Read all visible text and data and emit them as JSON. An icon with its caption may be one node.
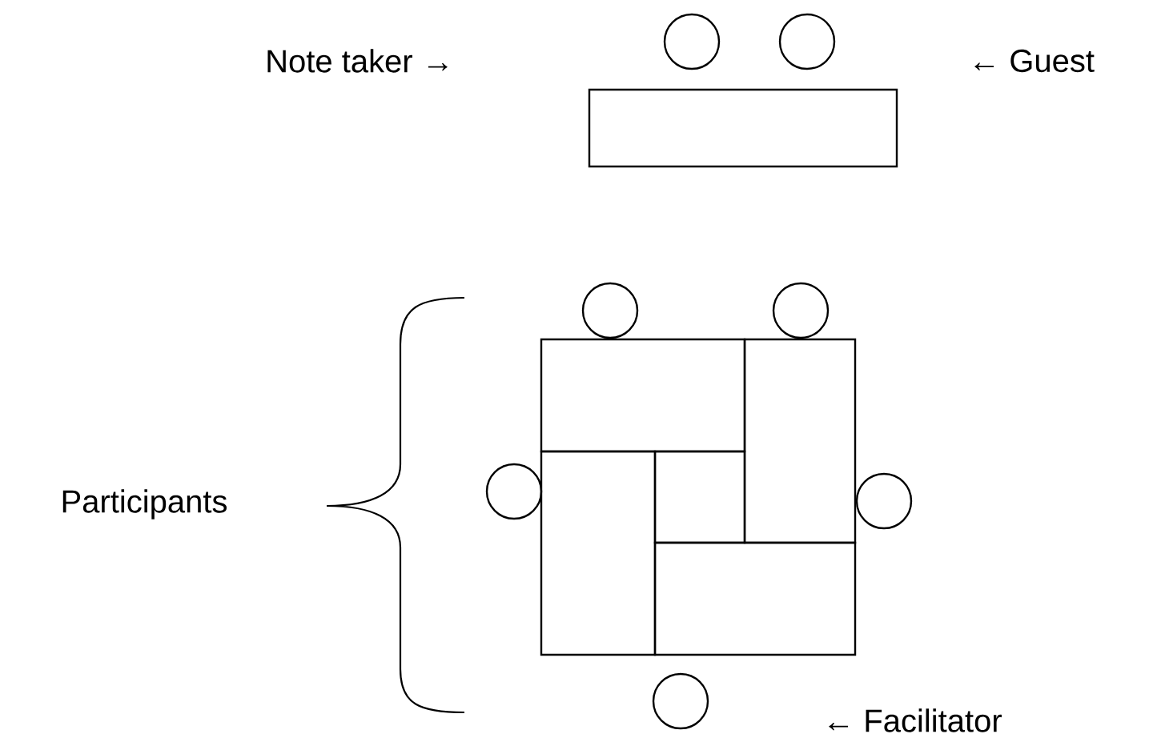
{
  "diagram": {
    "nodes": [
      {
        "text": [],
        "shape": "circle"
      },
      {
        "text": [],
        "shape": "circle"
      },
      {
        "text": [],
        "shape": "box"
      },
      {
        "text": [],
        "shape": "circle"
      },
      {
        "text": [],
        "shape": "circle"
      },
      {
        "text": [],
        "shape": "box"
      },
      {
        "text": [],
        "shape": "box"
      },
      {
        "text": [],
        "shape": "circle"
      },
      {
        "text": [],
        "shape": "box"
      },
      {
        "text": [],
        "shape": "box"
      },
      {
        "text": [],
        "shape": "circle"
      },
      {
        "text": [],
        "shape": "box"
      },
      {
        "text": [],
        "shape": "circle"
      }
    ],
    "labels": [
      "Note taker →",
      "← Guest",
      "Participants",
      "← Facilitator"
    ]
  }
}
